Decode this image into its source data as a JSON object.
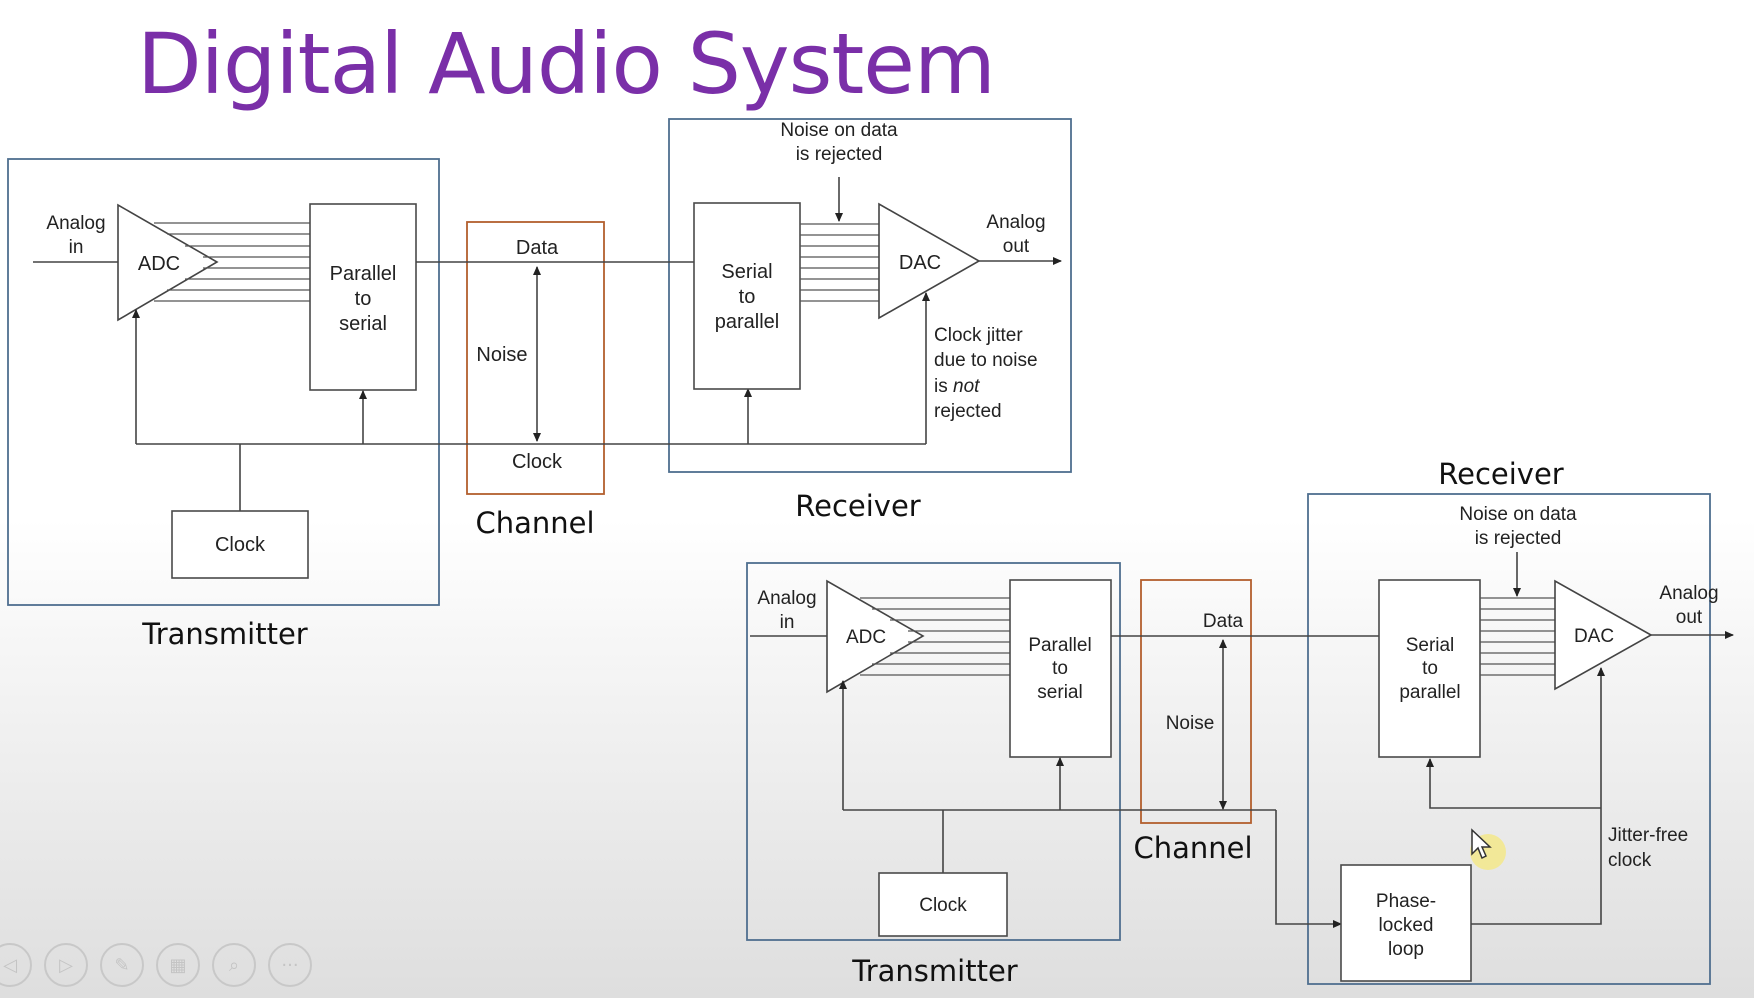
{
  "slide": {
    "title": "Digital Audio System"
  },
  "diagram1": {
    "analog_in": [
      "Analog",
      "in"
    ],
    "adc": "ADC",
    "parallel_to_serial": [
      "Parallel",
      "to",
      "serial"
    ],
    "tx_clock": "Clock",
    "transmitter": "Transmitter",
    "channel_data": "Data",
    "channel_noise": "Noise",
    "channel_clock": "Clock",
    "channel": "Channel",
    "noise_note": [
      "Noise on data",
      "is rejected"
    ],
    "serial_to_parallel": [
      "Serial",
      "to",
      "parallel"
    ],
    "dac": "DAC",
    "analog_out": [
      "Analog",
      "out"
    ],
    "jitter_note": [
      "Clock jitter",
      "due to noise",
      "is",
      "not",
      "rejected"
    ],
    "receiver": "Receiver"
  },
  "diagram2": {
    "analog_in": [
      "Analog",
      "in"
    ],
    "adc": "ADC",
    "parallel_to_serial": [
      "Parallel",
      "to",
      "serial"
    ],
    "tx_clock": "Clock",
    "transmitter": "Transmitter",
    "channel_data": "Data",
    "channel_noise": "Noise",
    "channel": "Channel",
    "noise_note": [
      "Noise on data",
      "is rejected"
    ],
    "serial_to_parallel": [
      "Serial",
      "to",
      "parallel"
    ],
    "dac": "DAC",
    "analog_out": [
      "Analog",
      "out"
    ],
    "pll": [
      "Phase-",
      "locked",
      "loop"
    ],
    "jitter_free": [
      "Jitter-free",
      "clock"
    ],
    "receiver": "Receiver"
  },
  "toolbar": {
    "icons": [
      "previous-icon",
      "next-icon",
      "pen-icon",
      "slides-icon",
      "zoom-icon",
      "more-icon"
    ],
    "glyphs": [
      "◁",
      "▷",
      "✎",
      "▦",
      "⌕",
      "···"
    ]
  }
}
